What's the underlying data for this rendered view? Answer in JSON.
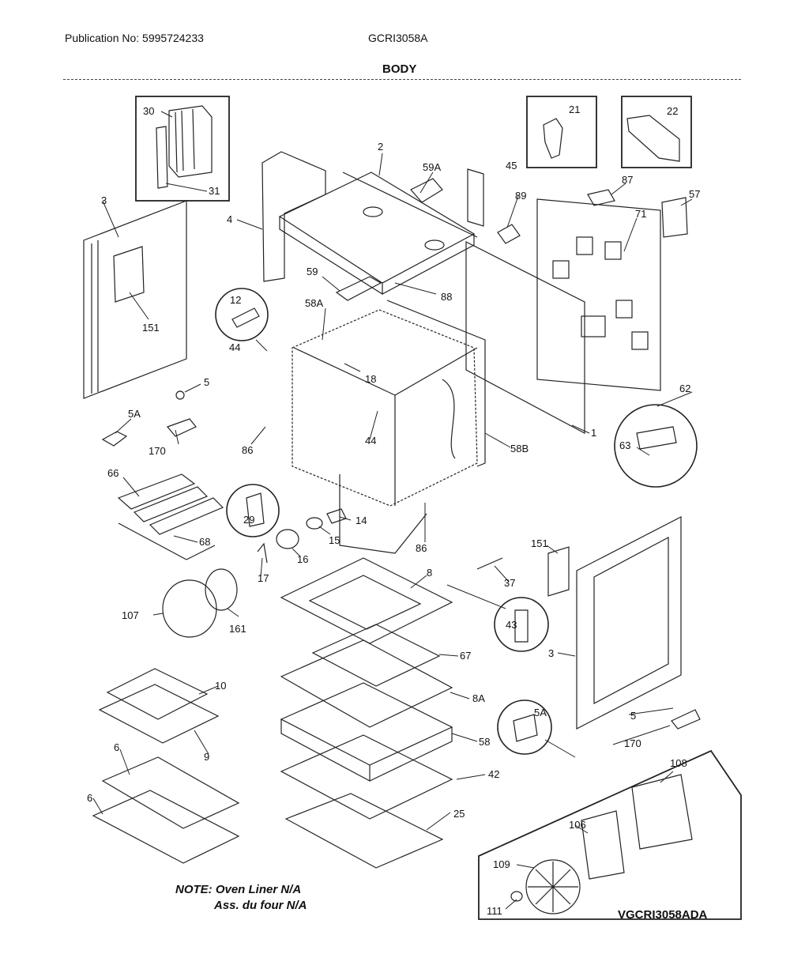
{
  "header": {
    "publication": "Publication No: 5995724233",
    "model": "GCRI3058A",
    "section_title": "BODY"
  },
  "callouts": {
    "c30": "30",
    "c31": "31",
    "c21": "21",
    "c22": "22",
    "c45": "45",
    "c2": "2",
    "c59A": "59A",
    "c3": "3",
    "c4": "4",
    "c89": "89",
    "c87": "87",
    "c57": "57",
    "c71": "71",
    "c59": "59",
    "c88": "88",
    "c12": "12",
    "c58A": "58A",
    "c151": "151",
    "c44a": "44",
    "c18": "18",
    "c5": "5",
    "c62": "62",
    "c5A": "5A",
    "c170": "170",
    "c86a": "86",
    "c44b": "44",
    "c58B": "58B",
    "c1": "1",
    "c63": "63",
    "c66": "66",
    "c29": "29",
    "c14": "14",
    "c15": "15",
    "c68": "68",
    "c16": "16",
    "c86b": "86",
    "c151b": "151",
    "c17": "17",
    "c8": "8",
    "c37": "37",
    "c161": "161",
    "c107": "107",
    "c43": "43",
    "c3b": "3",
    "c67": "67",
    "c10": "10",
    "c8A": "8A",
    "c5Ab": "5A",
    "c5b": "5",
    "c9": "9",
    "c58": "58",
    "c170b": "170",
    "c6a": "6",
    "c108": "108",
    "c42": "42",
    "c6b": "6",
    "c25": "25",
    "c106": "106",
    "c109": "109",
    "c111": "111"
  },
  "note": {
    "line1": "NOTE: Oven Liner N/A",
    "line2": "Ass. du four N/A"
  },
  "drawing_code": "VGCRI3058ADA"
}
